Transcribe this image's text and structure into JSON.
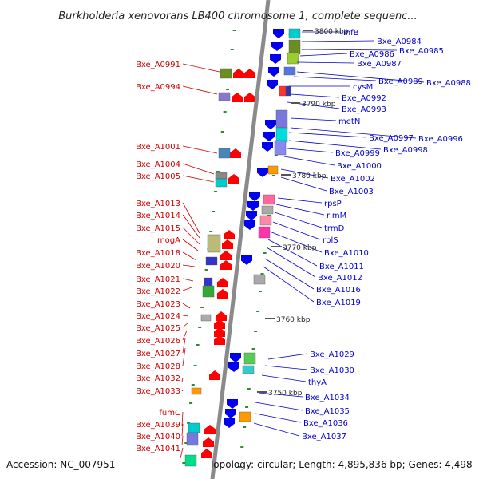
{
  "title": "Burkholderia xenovorans LB400 chromosome 1, complete sequenc...",
  "footer": {
    "accession": "Accession: NC_007951",
    "summary": "Topology: circular; Length: 4,895,836 bp; Genes: 4,498"
  },
  "kbp_ticks": [
    "3800 kbp",
    "3790 kbp",
    "3780 kbp",
    "3770 kbp",
    "3760 kbp",
    "3750 kbp"
  ],
  "left_labels": [
    "Bxe_A0991",
    "Bxe_A0994",
    "Bxe_A1001",
    "Bxe_A1004",
    "Bxe_A1005",
    "Bxe_A1013",
    "Bxe_A1014",
    "Bxe_A1015",
    "mogA",
    "Bxe_A1018",
    "Bxe_A1020",
    "Bxe_A1021",
    "Bxe_A1022",
    "Bxe_A1023",
    "Bxe_A1024",
    "Bxe_A1025",
    "Bxe_A1026",
    "Bxe_A1027",
    "Bxe_A1028",
    "Bxe_A1032",
    "Bxe_A1033",
    "fumC",
    "Bxe_A1039",
    "Bxe_A1040",
    "Bxe_A1041"
  ],
  "right_labels": [
    "ihfB",
    "Bxe_A0984",
    "Bxe_A0985",
    "Bxe_A0986",
    "Bxe_A0987",
    "Bxe_A0988",
    "Bxe_A0989",
    "cysM",
    "Bxe_A0992",
    "Bxe_A0993",
    "metN",
    "Bxe_A0996",
    "Bxe_A0997",
    "Bxe_A0998",
    "Bxe_A0999",
    "Bxe_A1000",
    "Bxe_A1002",
    "Bxe_A1003",
    "rpsP",
    "rimM",
    "trmD",
    "rplS",
    "Bxe_A1010",
    "Bxe_A1011",
    "Bxe_A1012",
    "Bxe_A1016",
    "Bxe_A1019",
    "Bxe_A1029",
    "Bxe_A1030",
    "thyA",
    "Bxe_A1034",
    "Bxe_A1035",
    "Bxe_A1036",
    "Bxe_A1037"
  ],
  "colors": {
    "forward_strand": "#ff0000",
    "reverse_strand": "#0000ee",
    "left_label_text": "#cc0000",
    "right_label_text": "#0000cc",
    "backbone": "#888888",
    "tick": "#2e8b2e"
  }
}
